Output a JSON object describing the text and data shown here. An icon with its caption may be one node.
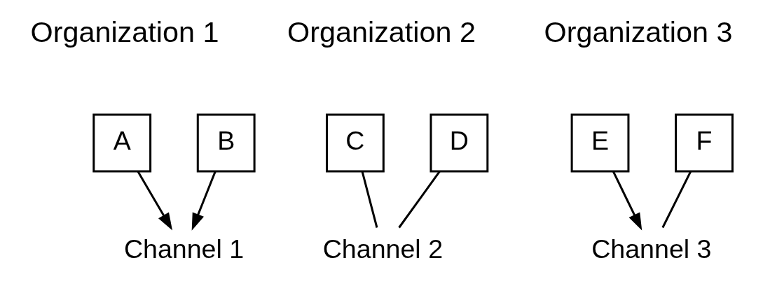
{
  "diagram": {
    "nodes": [
      {
        "text": [
          "A"
        ]
      },
      {
        "text": [
          "B"
        ]
      },
      {
        "text": [
          "C"
        ]
      },
      {
        "text": [
          "D"
        ]
      },
      {
        "text": [
          "E"
        ]
      },
      {
        "text": [
          "F"
        ]
      },
      {
        "text": [
          "Channel 1"
        ]
      },
      {
        "text": [
          "Channel 2"
        ]
      },
      {
        "text": [
          "Channel 3"
        ]
      }
    ],
    "edges": [
      {
        "from": 0,
        "to": 6,
        "arrow": "to"
      },
      {
        "from": 1,
        "to": 6,
        "arrow": "to"
      },
      {
        "from": 2,
        "to": 7,
        "arrow": "none"
      },
      {
        "from": 3,
        "to": 7,
        "arrow": "none"
      },
      {
        "from": 4,
        "to": 8,
        "arrow": "to"
      },
      {
        "from": 5,
        "to": 8,
        "arrow": "none"
      }
    ],
    "labels": [
      "Organization 1",
      "Organization 2",
      "Organization 3"
    ]
  }
}
